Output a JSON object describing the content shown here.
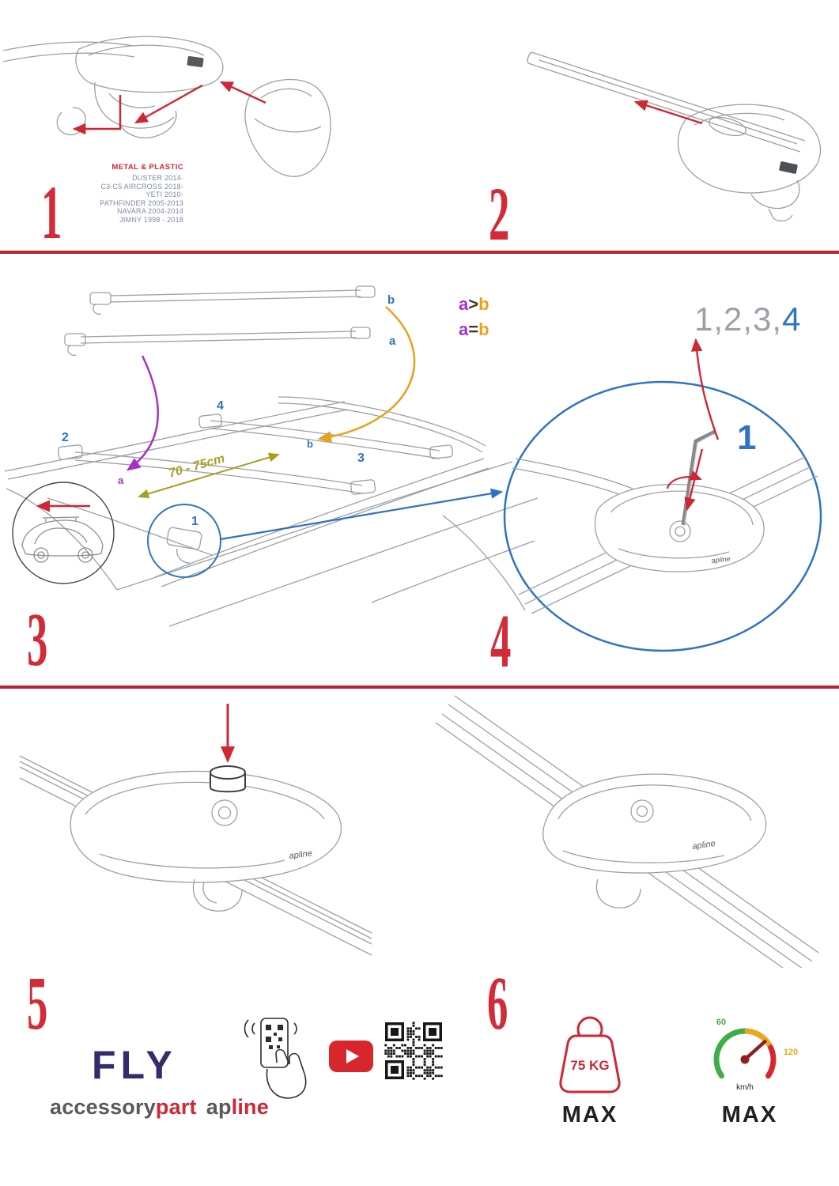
{
  "colors": {
    "accent_red": "#cf2733",
    "blue": "#2e74c0",
    "purple": "#a431c9",
    "orange": "#e8a11b",
    "olive": "#a8a023",
    "brand_navy": "#322d6b",
    "line_art_gray": "#9aa0a4"
  },
  "steps": {
    "one": "1",
    "two": "2",
    "three": "3",
    "four": "4",
    "five": "5",
    "six": "6"
  },
  "panel1": {
    "material": "METAL & PLASTIC",
    "models": [
      "DUSTER 2014-",
      "C3-C5 AIRCROSS 2018-",
      "YETI 2010-",
      "PATHFINDER 2005-2013",
      "NAVARA 2004-2014",
      "JIMNY 1998 - 2018"
    ]
  },
  "panel3": {
    "legend_a": "a",
    "legend_gt": ">",
    "legend_eq": "=",
    "legend_b": "b",
    "distance": "70 - 75cm",
    "bar_label_top": "b",
    "bar_label_bottom": "a",
    "roof_1": "1",
    "roof_2": "2",
    "roof_3": "3",
    "roof_4": "4",
    "roof_a": "a",
    "roof_b": "b"
  },
  "panel4": {
    "seq_gray": "1,2,3,",
    "seq_blue": "4",
    "first": "1"
  },
  "product_logo": "apline",
  "footer": {
    "fly": "FLY",
    "accessory": "accessory",
    "part": "part",
    "ap": "ap",
    "line": "line"
  },
  "badges": {
    "weight": "75 KG",
    "weight_max": "MAX",
    "speed_low": "60",
    "speed_high": "120",
    "speed_unit": "km/h",
    "speed_max": "MAX"
  }
}
